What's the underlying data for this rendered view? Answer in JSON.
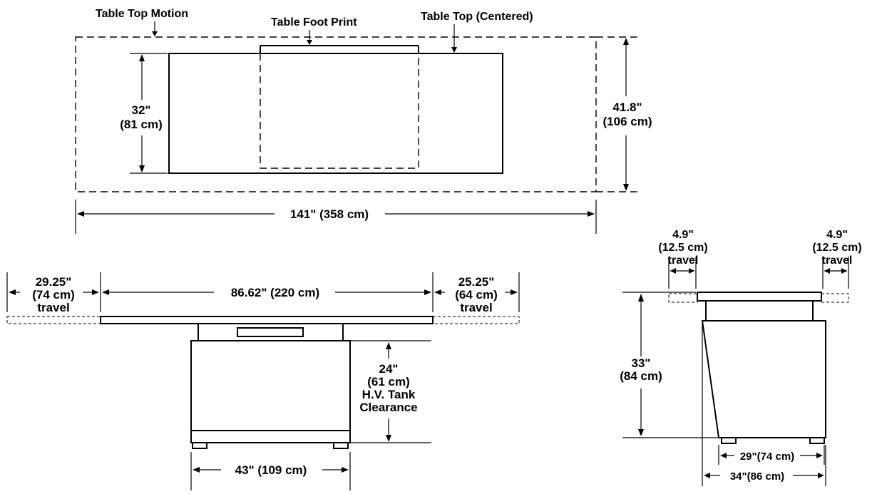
{
  "top_view": {
    "label_motion": "Table Top Motion",
    "label_footprint": "Table Foot Print",
    "label_top": "Table Top (Centered)",
    "width_in": "32\"",
    "width_cm": "(81 cm)",
    "motion_height_in": "41.8\"",
    "motion_height_cm": "(106 cm)",
    "motion_length": "141\" (358 cm)"
  },
  "side_view": {
    "left_travel_in": "29.25\"",
    "left_travel_cm": "(74 cm)",
    "left_travel_word": "travel",
    "top_length": "86.62\" (220 cm)",
    "right_travel_in": "25.25\"",
    "right_travel_cm": "(64 cm)",
    "right_travel_word": "travel",
    "clearance_in": "24\"",
    "clearance_cm": "(61 cm)",
    "clearance_l1": "H.V. Tank",
    "clearance_l2": "Clearance",
    "base_length": "43\" (109 cm)"
  },
  "end_view": {
    "left_travel_in": "4.9\"",
    "left_travel_cm": "(12.5 cm)",
    "left_travel_word": "travel",
    "right_travel_in": "4.9\"",
    "right_travel_cm": "(12.5 cm)",
    "right_travel_word": "travel",
    "height_in": "33\"",
    "height_cm": "(84 cm)",
    "base_inner": "29\"(74 cm)",
    "base_outer": "34\"(86 cm)"
  }
}
